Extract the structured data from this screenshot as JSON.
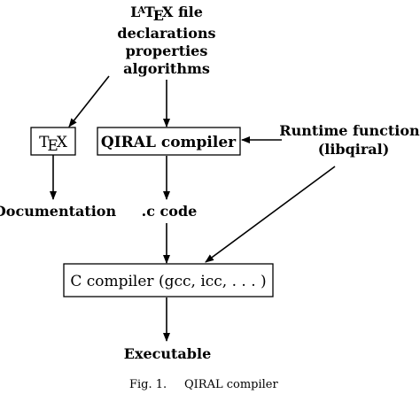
{
  "nodes": {
    "latex_source": {
      "lines": [
        "LATEX file",
        "declarations",
        "properties",
        "algorithms"
      ]
    },
    "tex": {
      "label": "TEX"
    },
    "qiral_compiler": {
      "label": "QIRAL compiler"
    },
    "runtime": {
      "lines": [
        "Runtime functions",
        "(libqiral)"
      ]
    },
    "documentation": {
      "label": "Documentation"
    },
    "c_code": {
      "label": ".c code"
    },
    "c_compiler": {
      "label": "C compiler (gcc, icc, . . . )"
    },
    "executable": {
      "label": "Executable"
    }
  },
  "caption": {
    "fig": "Fig. 1.",
    "title": "QIRAL compiler"
  },
  "edges": [
    {
      "from": "latex_source",
      "to": "tex"
    },
    {
      "from": "latex_source",
      "to": "qiral_compiler"
    },
    {
      "from": "runtime",
      "to": "qiral_compiler"
    },
    {
      "from": "tex",
      "to": "documentation"
    },
    {
      "from": "qiral_compiler",
      "to": "c_code"
    },
    {
      "from": "c_code",
      "to": "c_compiler"
    },
    {
      "from": "runtime",
      "to": "c_compiler"
    },
    {
      "from": "c_compiler",
      "to": "executable"
    }
  ]
}
